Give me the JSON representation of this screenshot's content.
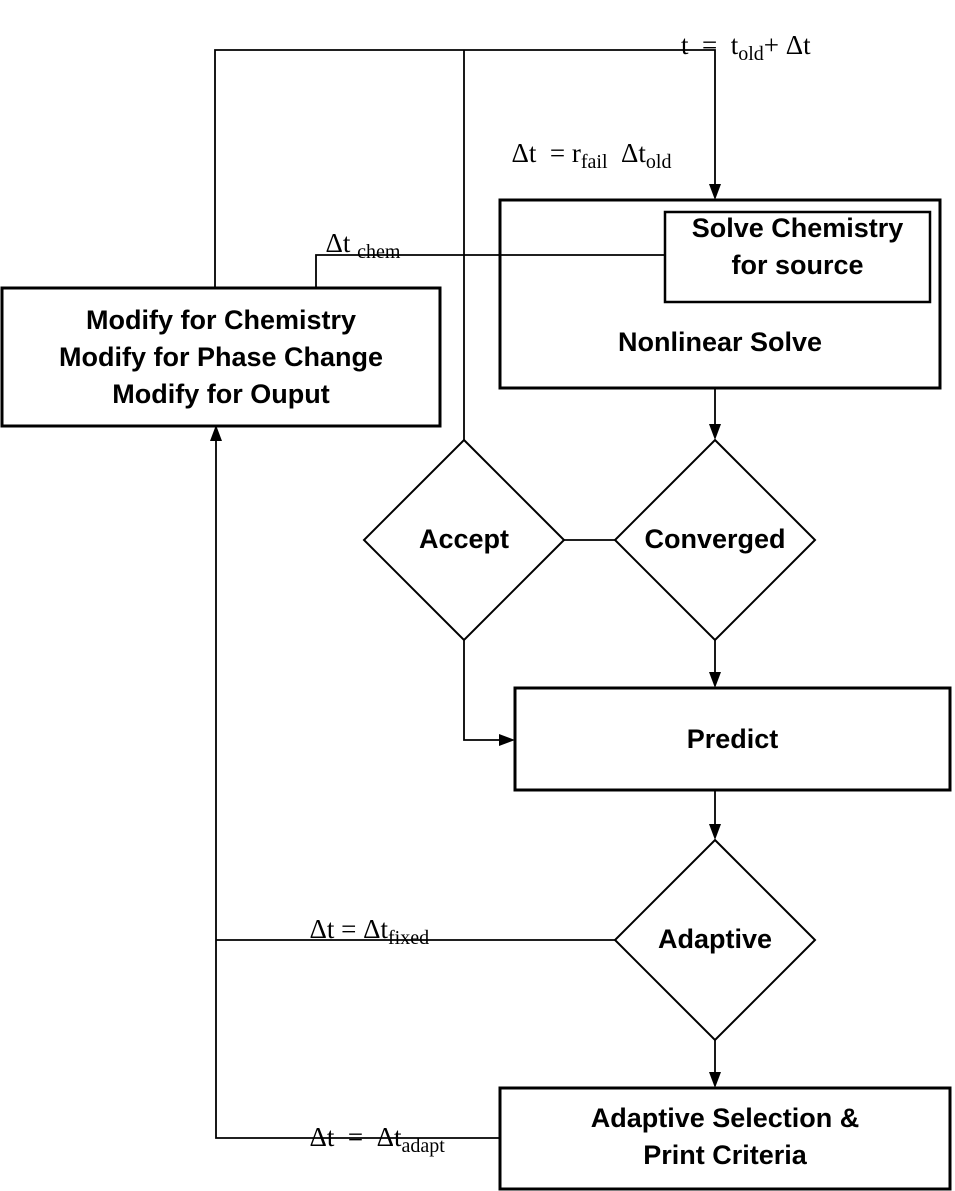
{
  "equations": {
    "timestep": {
      "p1": "t  =  t",
      "sub1": "old",
      "p2": "+ Δt"
    },
    "fail": {
      "p1": "Δt  = r",
      "sub1": "fail",
      "p2": "  Δt",
      "sub2": "old"
    },
    "chem": {
      "p1": "Δt ",
      "sub1": "chem"
    },
    "fixed": {
      "p1": "Δt = Δt",
      "sub1": "fixed"
    },
    "adapt": {
      "p1": "Δt  =  Δt",
      "sub1": "adapt"
    }
  },
  "boxes": {
    "nonlinear_solve": {
      "label": "Nonlinear Solve"
    },
    "solve_chemistry": {
      "line1": "Solve Chemistry",
      "line2": "for source"
    },
    "modify": {
      "line1": "Modify for Chemistry",
      "line2": "Modify for Phase Change",
      "line3": "Modify for Ouput"
    },
    "predict": {
      "label": "Predict"
    },
    "adaptive_selection": {
      "line1": "Adaptive Selection &",
      "line2": "Print Criteria"
    }
  },
  "decisions": {
    "accept": {
      "label": "Accept"
    },
    "converged": {
      "label": "Converged"
    },
    "adaptive": {
      "label": "Adaptive"
    }
  },
  "colors": {
    "line": "#000000",
    "background": "#ffffff",
    "text": "#000000"
  }
}
